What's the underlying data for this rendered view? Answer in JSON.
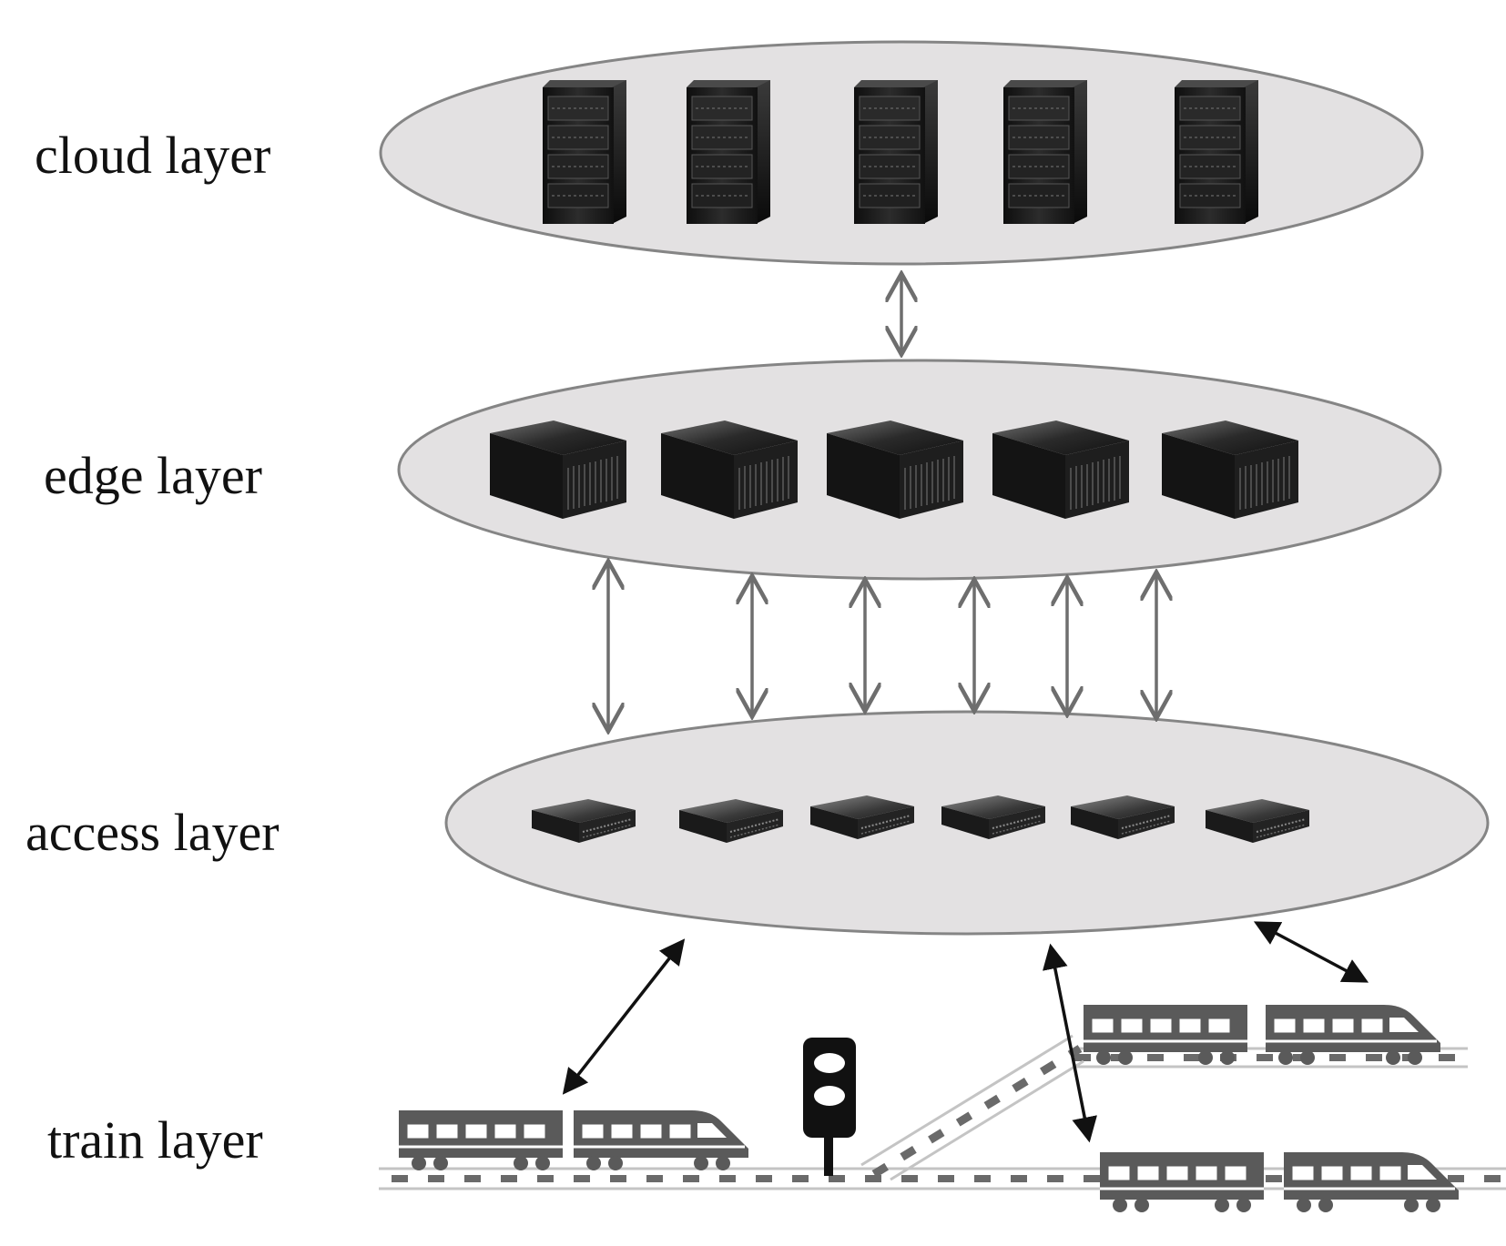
{
  "layers": {
    "cloud": {
      "label": "cloud layer",
      "device": "rack-server",
      "count": 5
    },
    "edge": {
      "label": "edge layer",
      "device": "edge-server",
      "count": 5
    },
    "access": {
      "label": "access layer",
      "device": "network-switch",
      "count": 6
    },
    "train": {
      "label": "train layer",
      "device": "train",
      "count": 3
    }
  },
  "links": {
    "cloud_to_edge": 1,
    "edge_to_access": 6,
    "access_to_train": 3
  },
  "colors": {
    "ellipse_fill": "#e3e1e2",
    "ellipse_stroke": "#858585",
    "grey_arrow": "#6e6e6e",
    "black_arrow": "#111111",
    "train": "#5a5a5a",
    "rail": "#c4c4c4",
    "sleeper": "#6a6a6a",
    "server_dark": "#1c1c1c"
  },
  "icons": [
    "rack-server-icon",
    "edge-server-icon",
    "switch-icon",
    "train-icon",
    "signal-icon",
    "track-icon"
  ]
}
